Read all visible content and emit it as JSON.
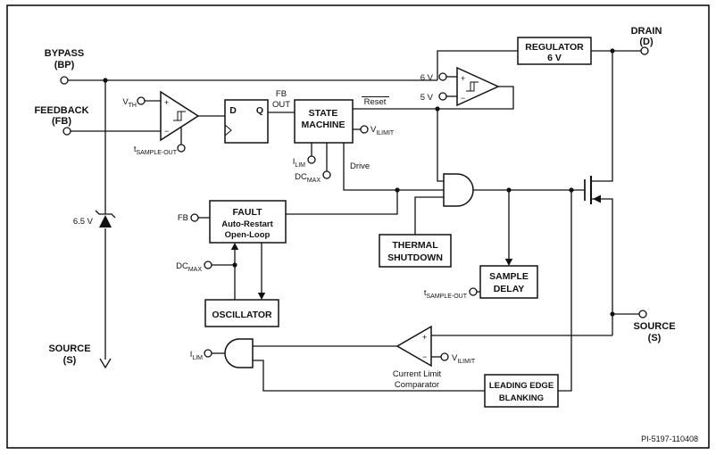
{
  "part_number": "PI-5197-110408",
  "colors": {
    "ink": "#111111",
    "background": "#ffffff"
  },
  "terminals": {
    "bypass": {
      "name": "BYPASS",
      "pin": "(BP)"
    },
    "feedback": {
      "name": "FEEDBACK",
      "pin": "(FB)"
    },
    "drain": {
      "name": "DRAIN",
      "pin": "(D)"
    },
    "source_right": {
      "name": "SOURCE",
      "pin": "(S)"
    },
    "source_bottom": {
      "name": "SOURCE",
      "pin": "(S)"
    }
  },
  "blocks": {
    "regulator": {
      "line1": "REGULATOR",
      "line2": "6 V"
    },
    "state_machine": {
      "line1": "STATE",
      "line2": "MACHINE"
    },
    "flip_flop": {
      "d": "D",
      "q": "Q"
    },
    "fault": {
      "line1": "FAULT",
      "line2": "Auto-Restart",
      "line3": "Open-Loop"
    },
    "oscillator": {
      "label": "OSCILLATOR"
    },
    "thermal_shutdown": {
      "line1": "THERMAL",
      "line2": "SHUTDOWN"
    },
    "sample_delay": {
      "line1": "SAMPLE",
      "line2": "DELAY"
    },
    "leading_edge_blanking": {
      "line1": "LEADING EDGE",
      "line2": "BLANKING"
    }
  },
  "signals": {
    "fb_out": {
      "line1": "FB",
      "line2": "OUT"
    },
    "reset": "Reset",
    "drive": "Drive",
    "fb_fault": "FB",
    "zener_voltage": "6.5 V",
    "comp_6v": "6 V",
    "comp_5v": "5 V",
    "current_limit_comparator": {
      "line1": "Current Limit",
      "line2": "Comparator"
    },
    "v_th": {
      "base": "V",
      "sub": "TH"
    },
    "v_ilimit_sm": {
      "base": "V",
      "sub": "ILIMIT"
    },
    "v_ilimit_comp": {
      "base": "V",
      "sub": "ILIMIT"
    },
    "t_sample_comp": {
      "base": "t",
      "sub": "SAMPLE-OUT"
    },
    "t_sample_delay": {
      "base": "t",
      "sub": "SAMPLE-OUT"
    },
    "i_lim_sm": {
      "base": "I",
      "sub": "LIM"
    },
    "i_lim_gate": {
      "base": "I",
      "sub": "LIM"
    },
    "dc_max_sm": {
      "base": "DC",
      "sub": "MAX"
    },
    "dc_max_fault": {
      "base": "DC",
      "sub": "MAX"
    },
    "plus": "+",
    "minus": "−"
  }
}
